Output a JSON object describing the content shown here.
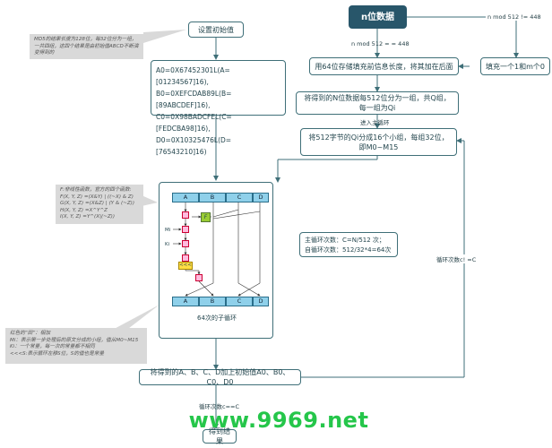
{
  "title": "n位数据",
  "start_box": "设置初始值",
  "init_values": {
    "a": "A0=0X67452301L(A=[01234567]16),",
    "b": "B0=0XEFCDAB89L(B=[89ABCDEF]16),",
    "c": "C0=0X98BADCFEL(C=[FEDCBA98]16),",
    "d": "D0=0X10325476L(D=[76543210]16)"
  },
  "note_init": "MD5的结果长度为128位，每32位分为一组，一共四组，这四个结果是由初始值ABCD不断演变得到的",
  "cond_448": "n mod 512 = = 448",
  "cond_not_448": "n mod 512 != 448",
  "fill_box": "用64位存储填充前信息长度，将其加在后面",
  "pad_box": "填充一个1和m个0",
  "split_box": "将得到的N位数据每512位分为一组，共Q组，每一组为Qi",
  "enter_loop": "进入主循环",
  "sub_split_box": "将512字节的Qi分成16个小组，每组32位，即M0~M15",
  "note_functions": "F:非线性函数，官方的四个函数:\nF(X, Y, Z) =(X&Y) | ((~X) & Z)\nG(X, Y, Z) =(X&Z) | (Y & (~Z))\nH(X, Y, Z) =X^Y^Z\nI(X, Y, Z) =Y^(X|(~Z))",
  "cells_top": [
    "A",
    "B",
    "C",
    "D"
  ],
  "cells_bottom": [
    "A",
    "B",
    "C",
    "D"
  ],
  "f_label": "F",
  "m_label": "Mi",
  "k_label": "Ki",
  "shift_label": "<<<",
  "sub_loop_caption": "64次的子循环",
  "loop_counts": "主循环次数：C=N/512 次；\n自循环次数：512/32*4=64次",
  "loop_c_neq": "循环次数c! =C",
  "note_red": "红色的“田”：相加\nMi：表示第一步处理后的原文分成的小组，值从M0~M15\nKi：一个常量，每一次的常量都不相同\n<<<S:表示循环左移S位，S的值也是常量",
  "sum_box": "将得到的A、B、C、D加上初始值A0、B0、C0、D0",
  "loop_c_eq": "循环次数c==C",
  "result_box": "得到结果",
  "watermark": "www.9969.net"
}
